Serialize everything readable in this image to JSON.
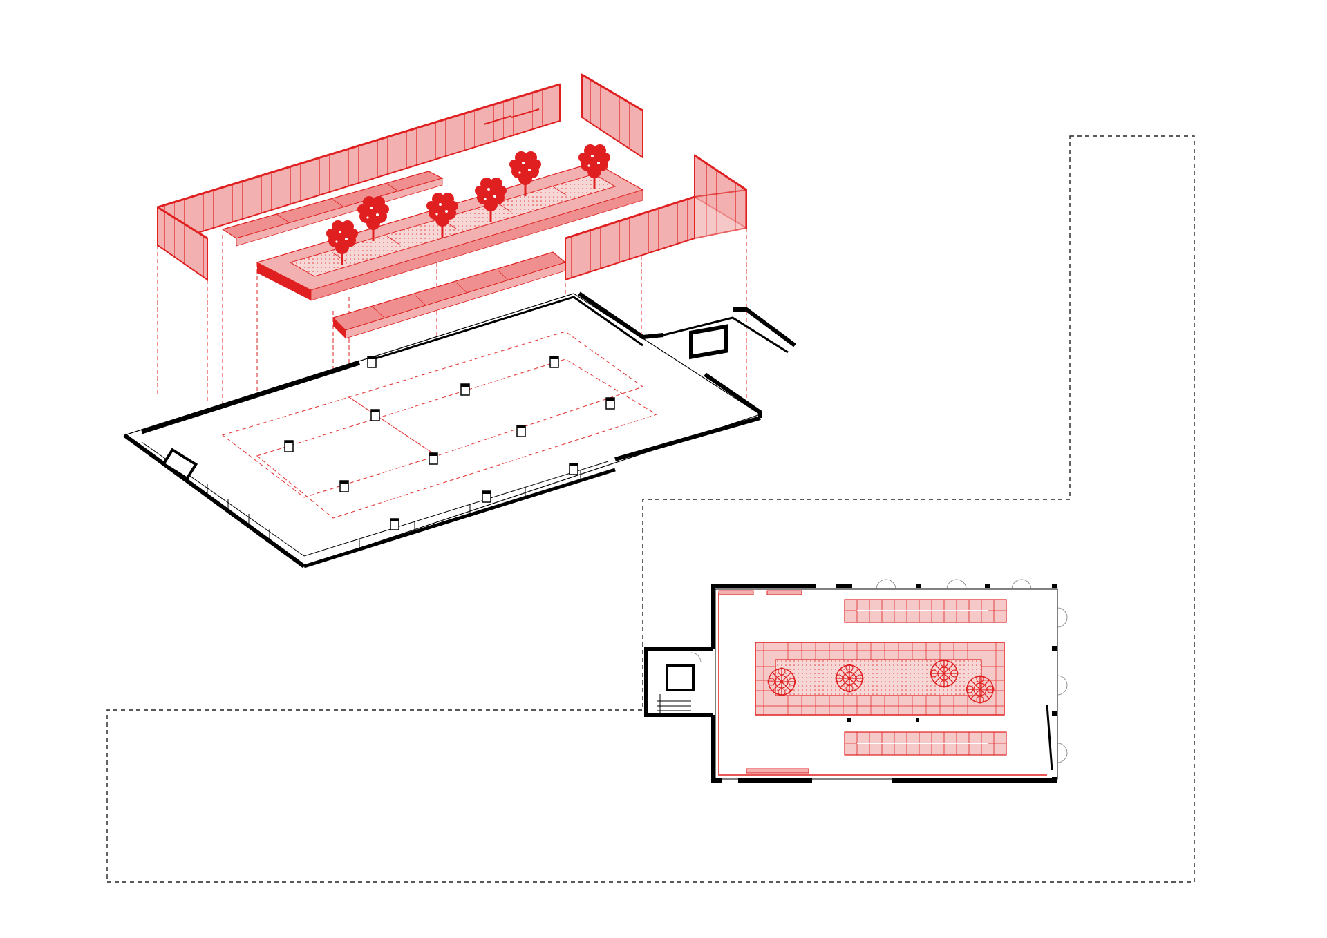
{
  "drawing": {
    "palette": {
      "accent_red": "#e02020",
      "light_red": "#f6c9c9",
      "wall_black": "#000000",
      "background": "#ffffff"
    },
    "components": [
      "exploded-axonometric",
      "site-boundary",
      "floor-plan"
    ]
  }
}
